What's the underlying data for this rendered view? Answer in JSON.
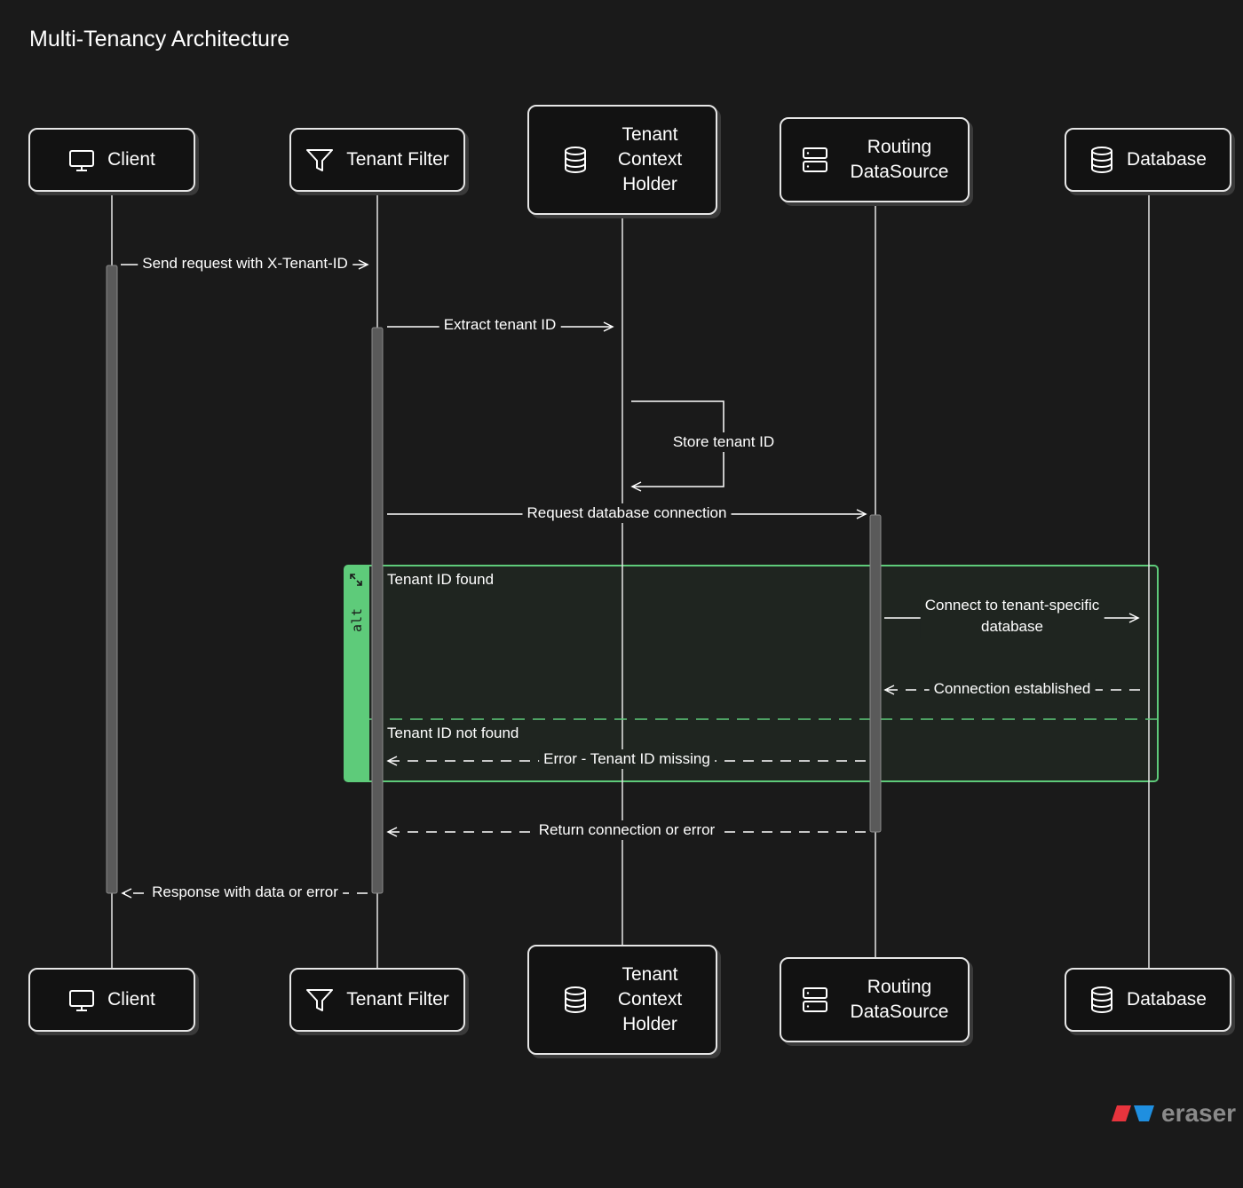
{
  "title": "Multi-Tenancy Architecture",
  "participants": [
    {
      "id": "client",
      "label": "Client",
      "icon": "monitor-icon"
    },
    {
      "id": "tenant-filter",
      "label": "Tenant Filter",
      "icon": "filter-icon"
    },
    {
      "id": "tenant-context-holder",
      "label": "Tenant\nContext\nHolder",
      "icon": "database-icon"
    },
    {
      "id": "routing-datasource",
      "label": "Routing\nDataSource",
      "icon": "server-icon"
    },
    {
      "id": "database",
      "label": "Database",
      "icon": "database-icon"
    }
  ],
  "messages": [
    {
      "from": "Client",
      "to": "Tenant Filter",
      "text": "Send request with X-Tenant-ID",
      "style": "solid"
    },
    {
      "from": "Tenant Filter",
      "to": "Tenant Context Holder",
      "text": "Extract tenant ID",
      "style": "solid"
    },
    {
      "from": "Tenant Context Holder",
      "to": "Tenant Context Holder",
      "text": "Store tenant ID",
      "style": "solid"
    },
    {
      "from": "Tenant Filter",
      "to": "Routing DataSource",
      "text": "Request database connection",
      "style": "solid"
    },
    {
      "from": "Routing DataSource",
      "to": "Database",
      "text": "Connect to tenant-specific\ndatabase",
      "style": "solid"
    },
    {
      "from": "Database",
      "to": "Routing DataSource",
      "text": "Connection established",
      "style": "dashed"
    },
    {
      "from": "Routing DataSource",
      "to": "Tenant Filter",
      "text": "Error - Tenant ID missing",
      "style": "dashed"
    },
    {
      "from": "Routing DataSource",
      "to": "Tenant Filter",
      "text": "Return connection or error",
      "style": "dashed"
    },
    {
      "from": "Tenant Filter",
      "to": "Client",
      "text": "Response with data or error",
      "style": "dashed"
    }
  ],
  "alt_frame": {
    "label": "alt",
    "guards": [
      "Tenant ID found",
      "Tenant ID not found"
    ],
    "color": "#5ecb7a"
  },
  "brand": {
    "text": "eraser",
    "colors": [
      "#e8343d",
      "#1f8fe0"
    ]
  },
  "colors": {
    "background": "#1a1a1a",
    "line": "#e6e6e6",
    "accent": "#5ecb7a"
  }
}
